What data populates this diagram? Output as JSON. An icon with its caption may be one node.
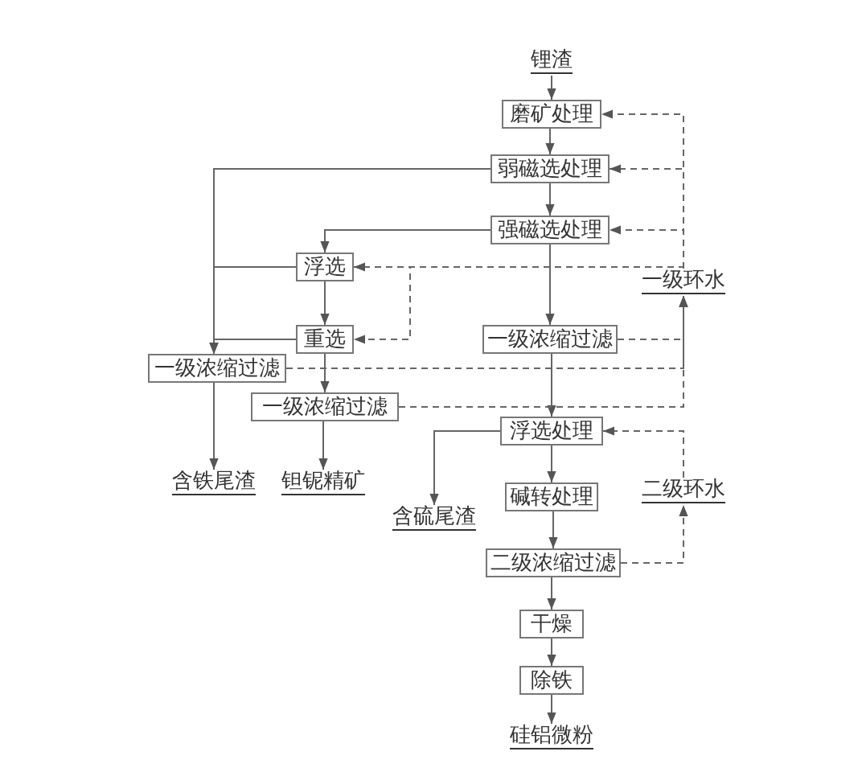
{
  "diagram": {
    "nodes": [
      {
        "text": [
          "锂渣"
        ]
      },
      {
        "text": [
          "磨矿处理"
        ]
      },
      {
        "text": [
          "弱磁选处理"
        ]
      },
      {
        "text": [
          "强磁选处理"
        ]
      },
      {
        "text": [
          "浮选"
        ]
      },
      {
        "text": [
          "重选"
        ]
      },
      {
        "text": [
          "一级浓缩过滤"
        ]
      },
      {
        "text": [
          "一级浓缩过滤"
        ]
      },
      {
        "text": [
          "一级浓缩过滤"
        ]
      },
      {
        "text": [
          "浮选处理"
        ]
      },
      {
        "text": [
          "碱转处理"
        ]
      },
      {
        "text": [
          "二级浓缩过滤"
        ]
      },
      {
        "text": [
          "干燥"
        ]
      },
      {
        "text": [
          "除铁"
        ]
      },
      {
        "text": [
          "硅铝微粉"
        ]
      },
      {
        "text": [
          "含铁尾渣"
        ]
      },
      {
        "text": [
          "钽铌精矿"
        ]
      },
      {
        "text": [
          "含硫尾渣"
        ]
      },
      {
        "text": [
          "一级环水"
        ]
      },
      {
        "text": [
          "二级环水"
        ]
      }
    ],
    "edges": [
      {
        "from": 0,
        "to": 1,
        "arrow": "to"
      },
      {
        "from": 1,
        "to": 2,
        "arrow": "to"
      },
      {
        "from": 2,
        "to": 3,
        "arrow": "to"
      },
      {
        "from": 3,
        "to": 6,
        "arrow": "to"
      },
      {
        "from": 6,
        "to": 9,
        "arrow": "to"
      },
      {
        "from": 9,
        "to": 10,
        "arrow": "to"
      },
      {
        "from": 10,
        "to": 11,
        "arrow": "to"
      },
      {
        "from": 11,
        "to": 12,
        "arrow": "to"
      },
      {
        "from": 12,
        "to": 13,
        "arrow": "to"
      },
      {
        "from": 13,
        "to": 14,
        "arrow": "to"
      },
      {
        "from": 2,
        "to": 7,
        "arrow": "to"
      },
      {
        "from": 4,
        "to": 7,
        "arrow": "to"
      },
      {
        "from": 5,
        "to": 7,
        "arrow": "to"
      },
      {
        "from": 7,
        "to": 15,
        "arrow": "to"
      },
      {
        "from": 3,
        "to": 4,
        "arrow": "to"
      },
      {
        "from": 4,
        "to": 5,
        "arrow": "to"
      },
      {
        "from": 5,
        "to": 8,
        "arrow": "to"
      },
      {
        "from": 8,
        "to": 16,
        "arrow": "to"
      },
      {
        "from": 9,
        "to": 17,
        "arrow": "to"
      },
      {
        "from": 18,
        "to": 1,
        "arrow": "to",
        "style": "dashed"
      },
      {
        "from": 18,
        "to": 2,
        "arrow": "to",
        "style": "dashed"
      },
      {
        "from": 18,
        "to": 3,
        "arrow": "to",
        "style": "dashed"
      },
      {
        "from": 18,
        "to": 4,
        "arrow": "to",
        "style": "dashed"
      },
      {
        "from": 18,
        "to": 5,
        "arrow": "to",
        "style": "dashed"
      },
      {
        "from": 6,
        "to": 18,
        "arrow": "to",
        "style": "dashed"
      },
      {
        "from": 7,
        "to": 18,
        "arrow": "to",
        "style": "dashed"
      },
      {
        "from": 8,
        "to": 18,
        "arrow": "to",
        "style": "dashed"
      },
      {
        "from": 11,
        "to": 19,
        "arrow": "to",
        "style": "dashed"
      },
      {
        "from": 19,
        "to": 9,
        "arrow": "to",
        "style": "dashed"
      }
    ]
  }
}
